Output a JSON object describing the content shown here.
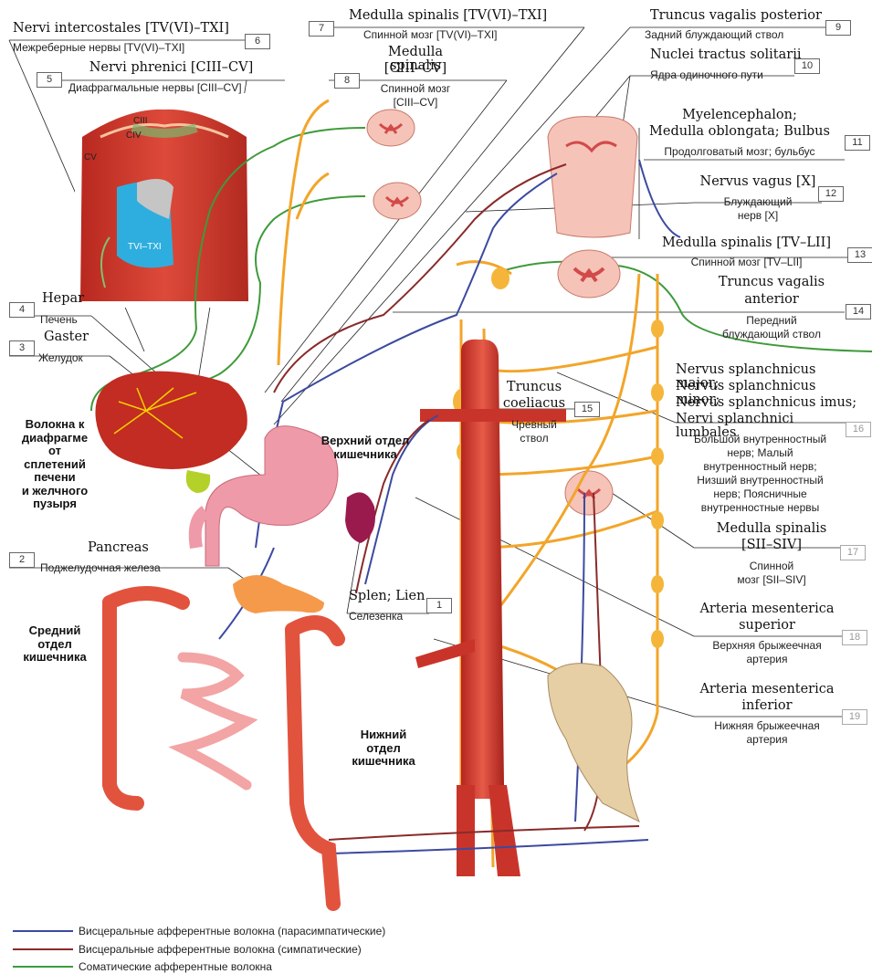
{
  "labels": {
    "l1": {
      "num": "1",
      "lat": "Splen; Lien",
      "rus": "Селезенка"
    },
    "l2": {
      "num": "2",
      "lat": "Pancreas",
      "rus": "Поджелудочная железа"
    },
    "l3": {
      "num": "3",
      "lat": "Gaster",
      "rus": "Желудок"
    },
    "l4": {
      "num": "4",
      "lat": "Hepar",
      "rus": "Печень"
    },
    "l5": {
      "num": "5",
      "lat": "Nervi phrenici [CIII–CV]",
      "rus": "Диафрагмальные нервы [CIII–CV]"
    },
    "l6": {
      "num": "6",
      "lat": "Nervi intercostales [TV(VI)–TXI]",
      "rus": "Межреберные нервы [TV(VI)–TXI]"
    },
    "l7": {
      "num": "7",
      "lat": "Medulla spinalis [TV(VI)–TXI]",
      "rus": "Спинной мозг [TV(VI)–TXI]"
    },
    "l8": {
      "num": "8",
      "lat1": "Medulla spinalis",
      "lat2": "[CIII–CV]",
      "rus1": "Спинной мозг",
      "rus2": "[CIII–CV]"
    },
    "l9": {
      "num": "9",
      "lat": "Truncus vagalis posterior",
      "rus": "Задний блуждающий ствол"
    },
    "l10": {
      "num": "10",
      "lat": "Nuclei tractus solitarii",
      "rus": "Ядра одиночного пути"
    },
    "l11": {
      "num": "11",
      "lat1": "Myelencephalon;",
      "lat2": "Medulla oblongata; Bulbus",
      "rus": "Продолговатый мозг; бульбус"
    },
    "l12": {
      "num": "12",
      "lat": "Nervus vagus [X]",
      "rus1": "Блуждающий",
      "rus2": "нерв [X]"
    },
    "l13": {
      "num": "13",
      "lat": "Medulla spinalis [TV–LII]",
      "rus": "Спинной мозг [TV–LII]"
    },
    "l14": {
      "num": "14",
      "lat1": "Truncus vagalis",
      "lat2": "anterior",
      "rus1": "Передний",
      "rus2": "блуждающий ствол"
    },
    "l15": {
      "num": "15",
      "lat1": "Truncus",
      "lat2": "coeliacus",
      "rus1": "Чревный",
      "rus2": "ствол"
    },
    "l16": {
      "num": "16",
      "lat1": "Nervus splanchnicus major;",
      "lat2": "Nervus splanchnicus minor;",
      "lat3": "Nervus splanchnicus imus;",
      "lat4": "Nervi splanchnici lumbales",
      "rus1": "Большой внутренностный",
      "rus2": "нерв; Малый",
      "rus3": "внутренностный нерв;",
      "rus4": "Низший внутренностный",
      "rus5": "нерв; Поясничные",
      "rus6": "внутренностные нервы"
    },
    "l17": {
      "num": "17",
      "lat1": "Medulla spinalis",
      "lat2": "[SII–SIV]",
      "rus1": "Спинной",
      "rus2": "мозг [SII–SIV]"
    },
    "l18": {
      "num": "18",
      "lat1": "Arteria mesenterica",
      "lat2": "superior",
      "rus1": "Верхняя брыжеечная",
      "rus2": "артерия"
    },
    "l19": {
      "num": "19",
      "lat1": "Arteria mesenterica",
      "lat2": "inferior",
      "rus1": "Нижняя брыжеечная",
      "rus2": "артерия"
    }
  },
  "regions": {
    "fibers": [
      "Волокна к",
      "диафрагме",
      "от",
      "сплетений",
      "печени",
      "и желчного",
      "пузыря"
    ],
    "upper_gut": [
      "Верхний отдел",
      "кишечника"
    ],
    "middle_gut": [
      "Средний",
      "отдел",
      "кишечника"
    ],
    "lower_gut": [
      "Нижний",
      "отдел",
      "кишечника"
    ]
  },
  "torso_labels": {
    "ciii": "CIII",
    "civ": "CIV",
    "cv": "CV",
    "tvi": "TVI–TXI"
  },
  "legend": [
    {
      "text": "Висцеральные афферентные волокна (парасимпатические)",
      "color": "#3b4aa0"
    },
    {
      "text": "Висцеральные афферентные волокна (симпатические)",
      "color": "#8a2a2a"
    },
    {
      "text": "Соматические афферентные волокна",
      "color": "#3f9a3a"
    }
  ],
  "colors": {
    "nerve": "#f2a52a",
    "artery": "#d8473a",
    "organ": "#e0604a",
    "skin": "#ef9a9a"
  }
}
